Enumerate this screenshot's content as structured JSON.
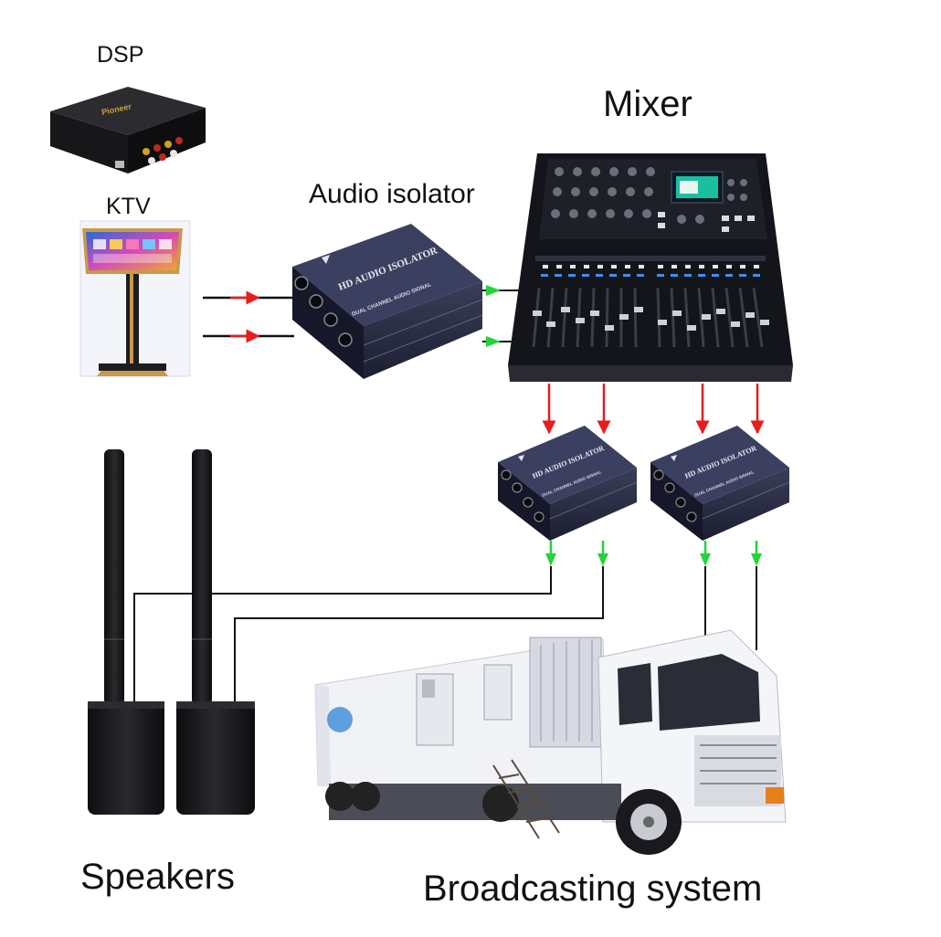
{
  "labels": {
    "dsp": "DSP",
    "ktv": "KTV",
    "audio_isolator": "Audio isolator",
    "mixer": "Mixer",
    "speakers": "Speakers",
    "broadcasting_system": "Broadcasting system"
  },
  "device_text": {
    "isolator_title": "HD AUDIO ISOLATOR",
    "isolator_subtitle": "DUAL CHANNEL AUDIO SIGNAL"
  },
  "colors": {
    "signal_in": "#e81c1c",
    "signal_out": "#22d33a",
    "cable": "#111111",
    "device_body": "#23263a"
  }
}
